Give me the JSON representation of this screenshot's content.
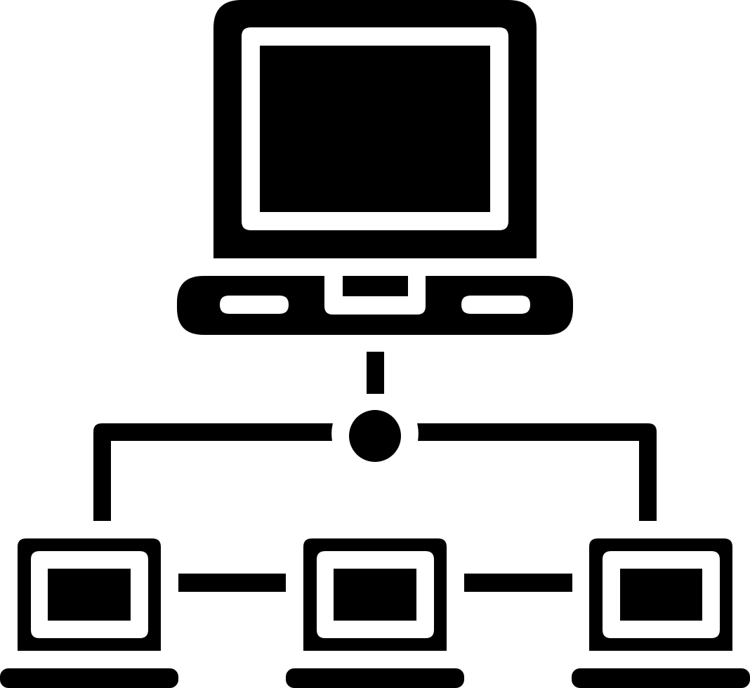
{
  "icon": {
    "name": "network-hierarchy-glyph",
    "style": "solid glyph",
    "colors": {
      "foreground": "#000000",
      "background": "#ffffff"
    },
    "nodes": [
      {
        "id": "server",
        "icon": "laptop-icon",
        "role": "central server"
      },
      {
        "id": "hub",
        "icon": "circle-node",
        "role": "hub"
      },
      {
        "id": "client-left",
        "icon": "laptop-icon",
        "role": "client"
      },
      {
        "id": "client-center",
        "icon": "laptop-icon",
        "role": "client"
      },
      {
        "id": "client-right",
        "icon": "laptop-icon",
        "role": "client"
      }
    ],
    "links": [
      [
        "server",
        "hub"
      ],
      [
        "hub",
        "client-left"
      ],
      [
        "hub",
        "client-right"
      ],
      [
        "client-left",
        "client-center"
      ],
      [
        "client-center",
        "client-right"
      ]
    ]
  }
}
